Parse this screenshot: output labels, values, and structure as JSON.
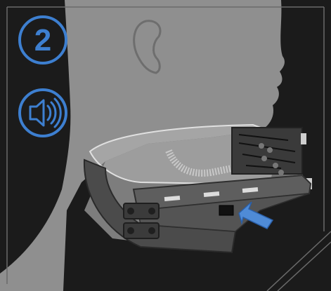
{
  "step": {
    "number": "2",
    "accent_color": "#3d7fd0"
  },
  "icons": {
    "step_badge": "numbered-circle-badge",
    "audio": "speaker-with-sound-waves-icon",
    "pointer": "blue-arrow-icon"
  },
  "illustration": {
    "subject": "neck-collar-device",
    "callout_target": "black-button-on-collar-rim"
  },
  "colors": {
    "background": "#1b1b1b",
    "frame": "#6a6a6a",
    "silhouette": "#8f8f8f",
    "device_gray": "#5e5e5e",
    "arrow_blue": "#4f8bd6"
  }
}
